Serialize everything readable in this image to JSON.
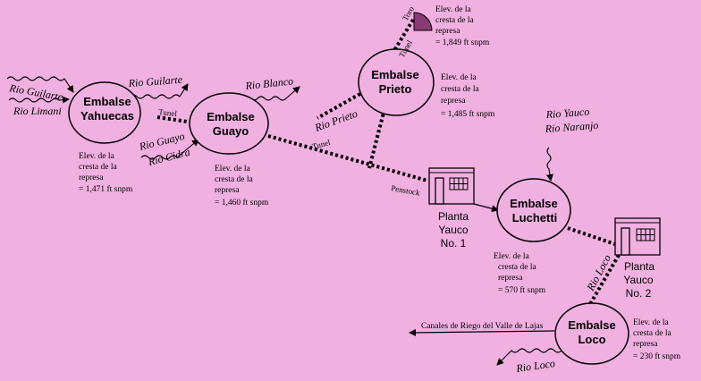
{
  "colors": {
    "background": "#f0b0e0",
    "toro_fill": "#8a3a74",
    "ink": "#000000"
  },
  "reservoirs": {
    "yahuecas": {
      "line1": "Embalse",
      "line2": "Yahuecas"
    },
    "guayo": {
      "line1": "Embalse",
      "line2": "Guayo"
    },
    "prieto": {
      "line1": "Embalse",
      "line2": "Prieto"
    },
    "luchetti": {
      "line1": "Embalse",
      "line2": "Luchetti"
    },
    "loco": {
      "line1": "Embalse",
      "line2": "Loco"
    },
    "toro": {
      "name": "Toro"
    }
  },
  "rivers": {
    "guilarte_in": "Rio Guilarte",
    "limani": "Rio Limani",
    "guilarte_out": "Rio Guilarte",
    "guayo": "Rio Guayo",
    "cidra": "Rio Cidra",
    "blanco": "Rio Blanco",
    "prieto": "Rio Prieto",
    "yauco": "Rio Yauco",
    "naranjo": "Rio Naranjo",
    "loco_up": "Rio Loco",
    "loco_down": "Rio Loco"
  },
  "conduits": {
    "tunel_1": "Tunel",
    "tunel_2": "Tunel",
    "tunel_3": "Tunel",
    "penstock": "Penstock"
  },
  "canales": {
    "label": "Canales de Riego del Valle de Lajas"
  },
  "elevations": {
    "yahuecas": {
      "l1": "Elev. de la",
      "l2": "cresta de la",
      "l3": "represa",
      "l4": "= 1,471  ft snpm"
    },
    "guayo": {
      "l1": "Elev. de la",
      "l2": "cresta de la",
      "l3": "represa",
      "l4": "= 1,460  ft snpm"
    },
    "toro": {
      "l1": "Elev. de la",
      "l2": "cresta de la",
      "l3": "represa",
      "l4": "= 1,849  ft snpm"
    },
    "prieto": {
      "l1": "Elev. de la",
      "l2": "cresta de la",
      "l3": "represa",
      "l4": "= 1,485  ft snpm"
    },
    "luchetti": {
      "l1": "Elev. de la",
      "l2": "cresta de la",
      "l3": "represa",
      "l4": "= 570  ft snpm"
    },
    "loco": {
      "l1": "Elev. de la",
      "l2": "cresta de la",
      "l3": "represa",
      "l4": "= 230  ft snpm"
    }
  },
  "plants": {
    "yauco_1": {
      "l1": "Planta",
      "l2": "Yauco",
      "l3": "No. 1"
    },
    "yauco_2": {
      "l1": "Planta",
      "l2": "Yauco",
      "l3": "No. 2"
    }
  }
}
